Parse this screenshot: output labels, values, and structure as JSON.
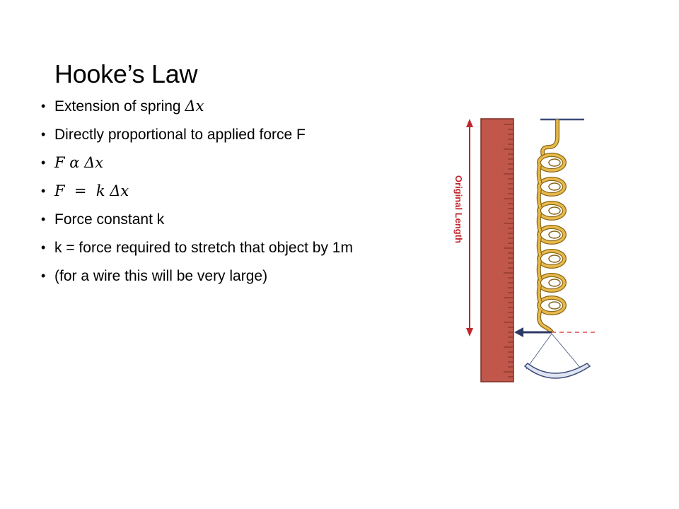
{
  "slide": {
    "title": "Hooke’s Law",
    "bullets": [
      {
        "text": "Extension of spring",
        "math": "Δ𝑥"
      },
      {
        "text": "Directly proportional to applied force F"
      },
      {
        "math": "𝐹 𝛼 Δ𝑥"
      },
      {
        "math": "𝐹  =  𝑘 Δ𝑥"
      },
      {
        "text": "Force constant k"
      },
      {
        "text": "k = force required to stretch that object by 1m"
      },
      {
        "text": "(for a wire this will be very large)"
      }
    ]
  },
  "diagram": {
    "length_label": "Original Length",
    "colors": {
      "ruler": "#c0574a",
      "ruler_dark": "#7a2e25",
      "spring": "#e8b94a",
      "spring_dark": "#8a6a1c",
      "arrow_red": "#c0272d",
      "pointer": "#2d3a66",
      "support": "#3b4a7a",
      "pan": "#3b4a7a",
      "dashed": "#e04b4b"
    }
  }
}
